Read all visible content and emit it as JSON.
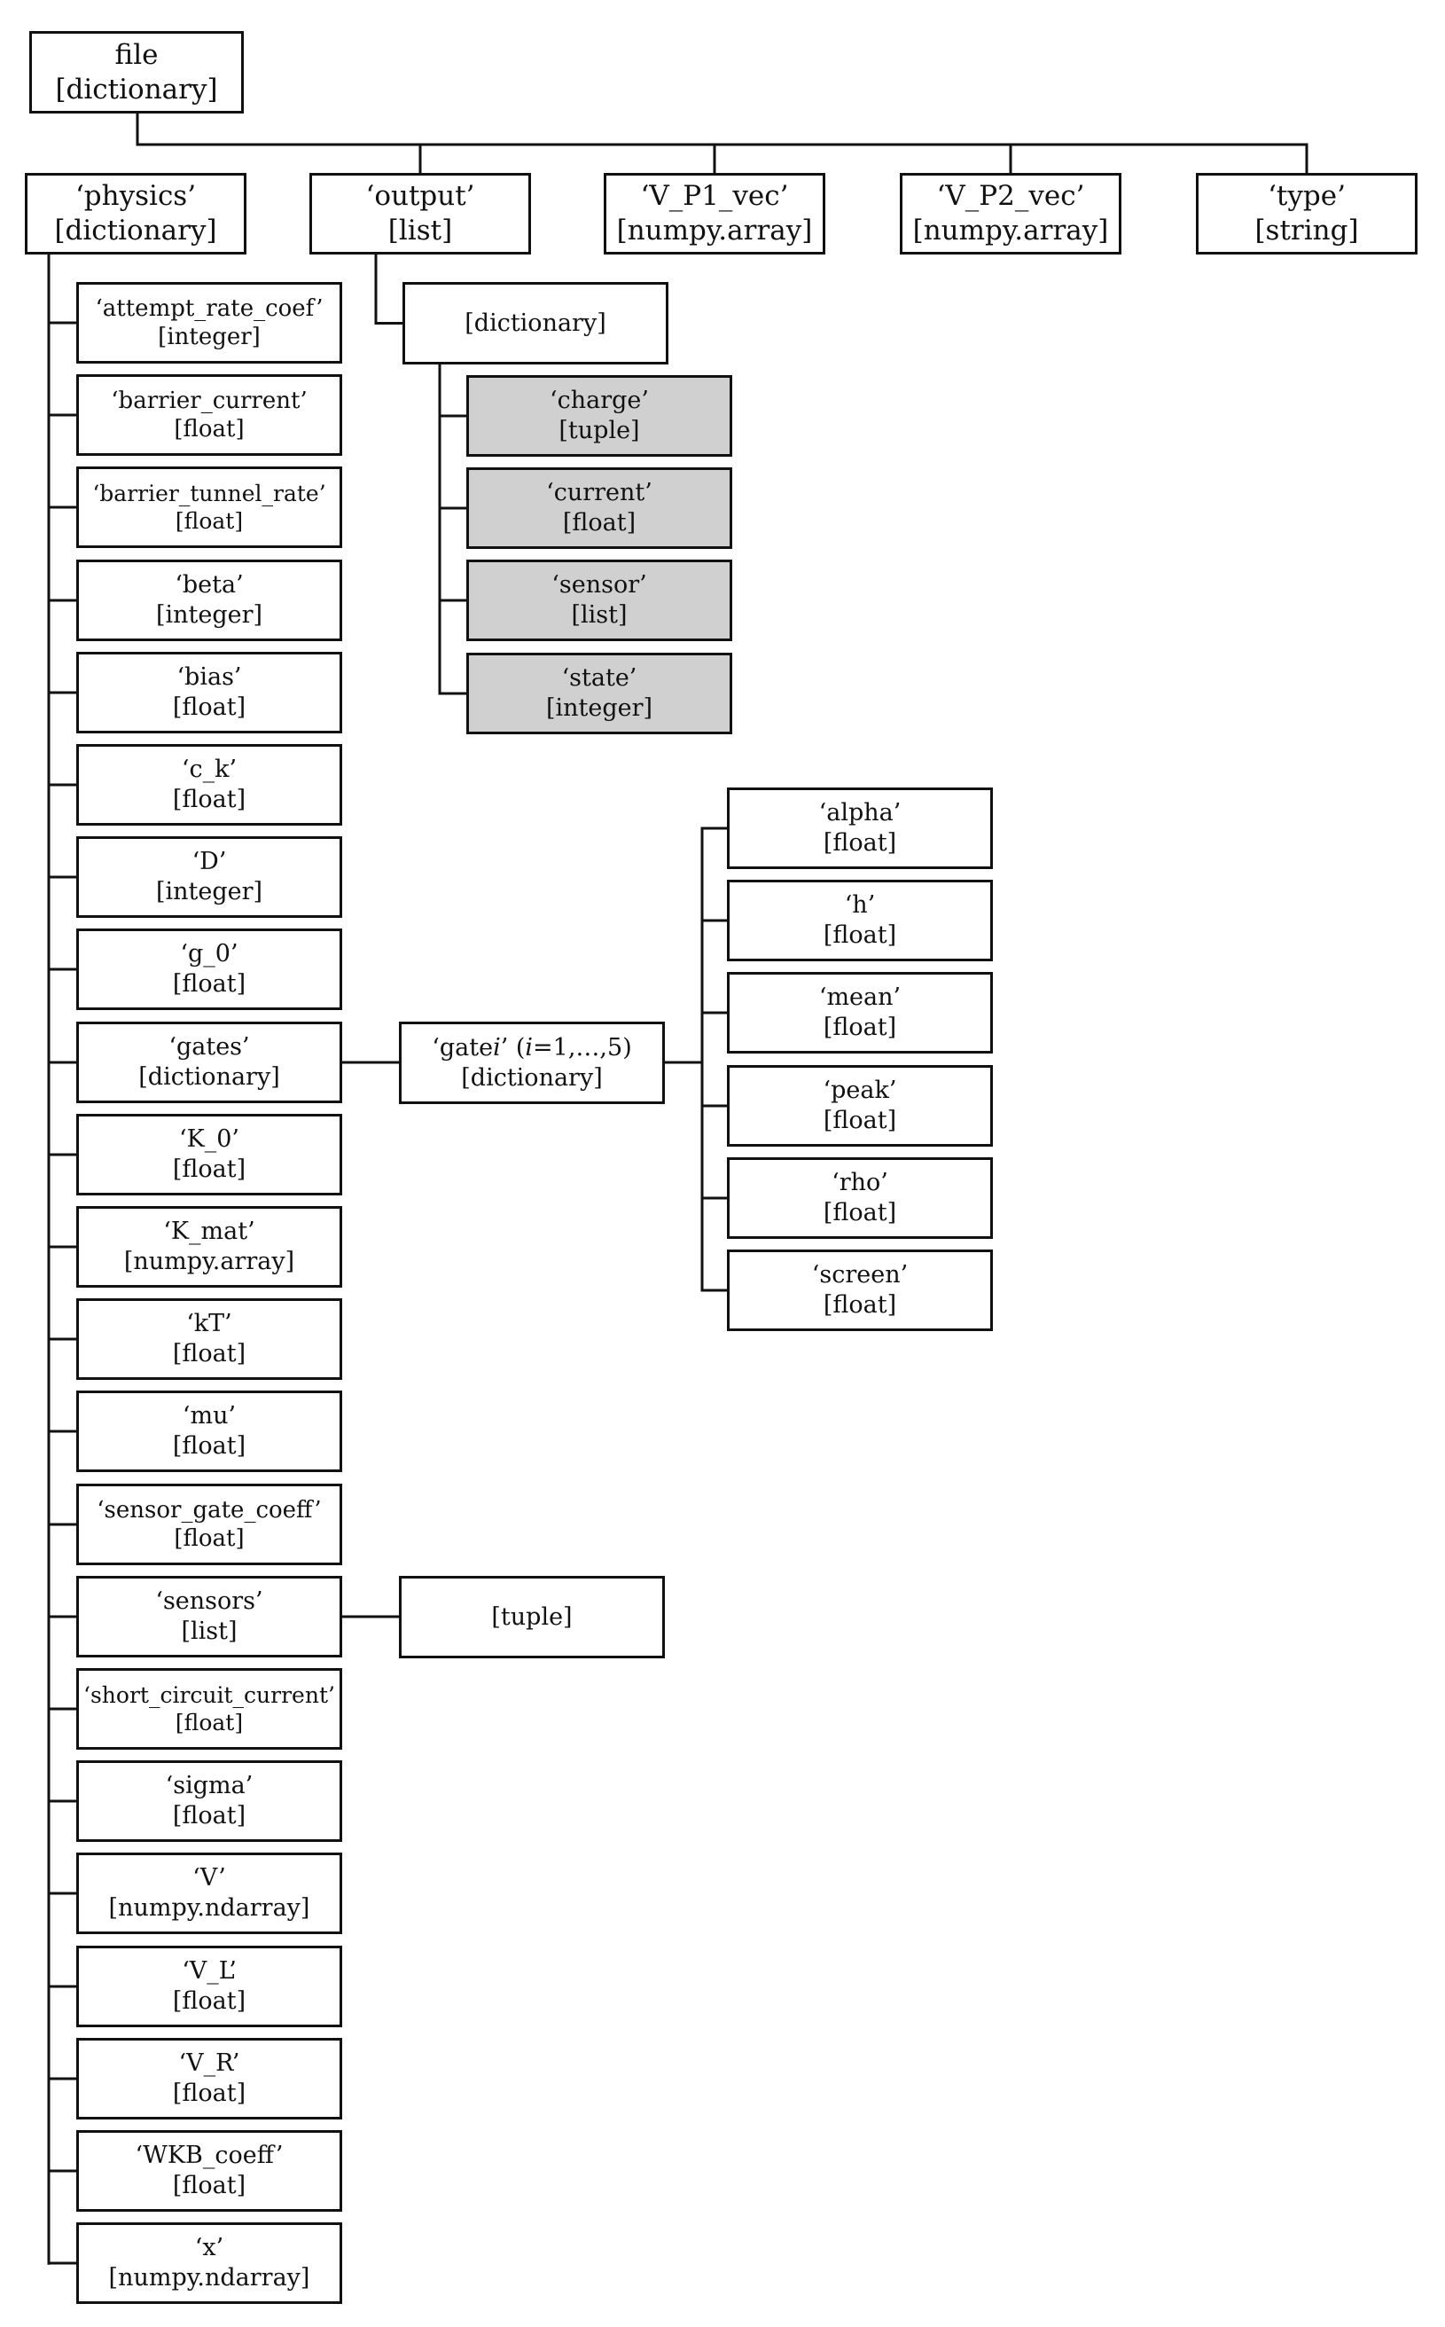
{
  "diagram": {
    "root": {
      "name": "file",
      "type": "[dictionary]"
    },
    "top_level": [
      {
        "id": "physics",
        "name": "‘physics’",
        "type": "[dictionary]"
      },
      {
        "id": "output",
        "name": "‘output’",
        "type": "[list]"
      },
      {
        "id": "v-p1-vec",
        "name": "‘V_P1_vec’",
        "type": "[numpy.array]"
      },
      {
        "id": "v-p2-vec",
        "name": "‘V_P2_vec’",
        "type": "[numpy.array]"
      },
      {
        "id": "type",
        "name": "‘type’",
        "type": "[string]"
      }
    ],
    "output": {
      "item": {
        "name": "",
        "type": "[dictionary]"
      },
      "fields": [
        {
          "id": "charge",
          "name": "‘charge’",
          "type": "[tuple]"
        },
        {
          "id": "current",
          "name": "‘current’",
          "type": "[float]"
        },
        {
          "id": "sensor",
          "name": "‘sensor’",
          "type": "[list]"
        },
        {
          "id": "state",
          "name": "‘state’",
          "type": "[integer]"
        }
      ],
      "field_fill_color": "#d0d0d0"
    },
    "physics": [
      {
        "id": "attempt-rate-coef",
        "name": "‘attempt_rate_coef’",
        "type": "[integer]"
      },
      {
        "id": "barrier-current",
        "name": "‘barrier_current’",
        "type": "[float]"
      },
      {
        "id": "barrier-tunnel-rate",
        "name": "‘barrier_tunnel_rate’",
        "type": "[float]"
      },
      {
        "id": "beta",
        "name": "‘beta’",
        "type": "[integer]"
      },
      {
        "id": "bias",
        "name": "‘bias’",
        "type": "[float]"
      },
      {
        "id": "c-k",
        "name": "‘c_k’",
        "type": "[float]"
      },
      {
        "id": "d",
        "name": "‘D’",
        "type": "[integer]"
      },
      {
        "id": "g-0",
        "name": "‘g_0’",
        "type": "[float]"
      },
      {
        "id": "gates",
        "name": "‘gates’",
        "type": "[dictionary]"
      },
      {
        "id": "k-0",
        "name": "‘K_0’",
        "type": "[float]"
      },
      {
        "id": "k-mat",
        "name": "‘K_mat’",
        "type": "[numpy.array]"
      },
      {
        "id": "kt",
        "name": "‘kT’",
        "type": "[float]"
      },
      {
        "id": "mu",
        "name": "‘mu’",
        "type": "[float]"
      },
      {
        "id": "sensor-gate-coeff",
        "name": "‘sensor_gate_coeff’",
        "type": "[float]"
      },
      {
        "id": "sensors",
        "name": "‘sensors’",
        "type": "[list]"
      },
      {
        "id": "short-circuit-current",
        "name": "‘short_circuit_current’",
        "type": "[float]"
      },
      {
        "id": "sigma",
        "name": "‘sigma’",
        "type": "[float]"
      },
      {
        "id": "v",
        "name": "‘V’",
        "type": "[numpy.ndarray]"
      },
      {
        "id": "v-l",
        "name": "‘V_L’",
        "type": "[float]"
      },
      {
        "id": "v-r",
        "name": "‘V_R’",
        "type": "[float]"
      },
      {
        "id": "wkb-coeff",
        "name": "‘WKB_coeff’",
        "type": "[float]"
      },
      {
        "id": "x",
        "name": "‘x’",
        "type": "[numpy.ndarray]"
      }
    ],
    "gate": {
      "name": "‘gatei’ (i=1,...,5)",
      "type": "[dictionary]"
    },
    "gate_fields": [
      {
        "id": "alpha",
        "name": "‘alpha’",
        "type": "[float]"
      },
      {
        "id": "h",
        "name": "‘h’",
        "type": "[float]"
      },
      {
        "id": "mean",
        "name": "‘mean’",
        "type": "[float]"
      },
      {
        "id": "peak",
        "name": "‘peak’",
        "type": "[float]"
      },
      {
        "id": "rho",
        "name": "‘rho’",
        "type": "[float]"
      },
      {
        "id": "screen",
        "name": "‘screen’",
        "type": "[float]"
      }
    ],
    "sensor_item": {
      "name": "",
      "type": "[tuple]"
    }
  }
}
